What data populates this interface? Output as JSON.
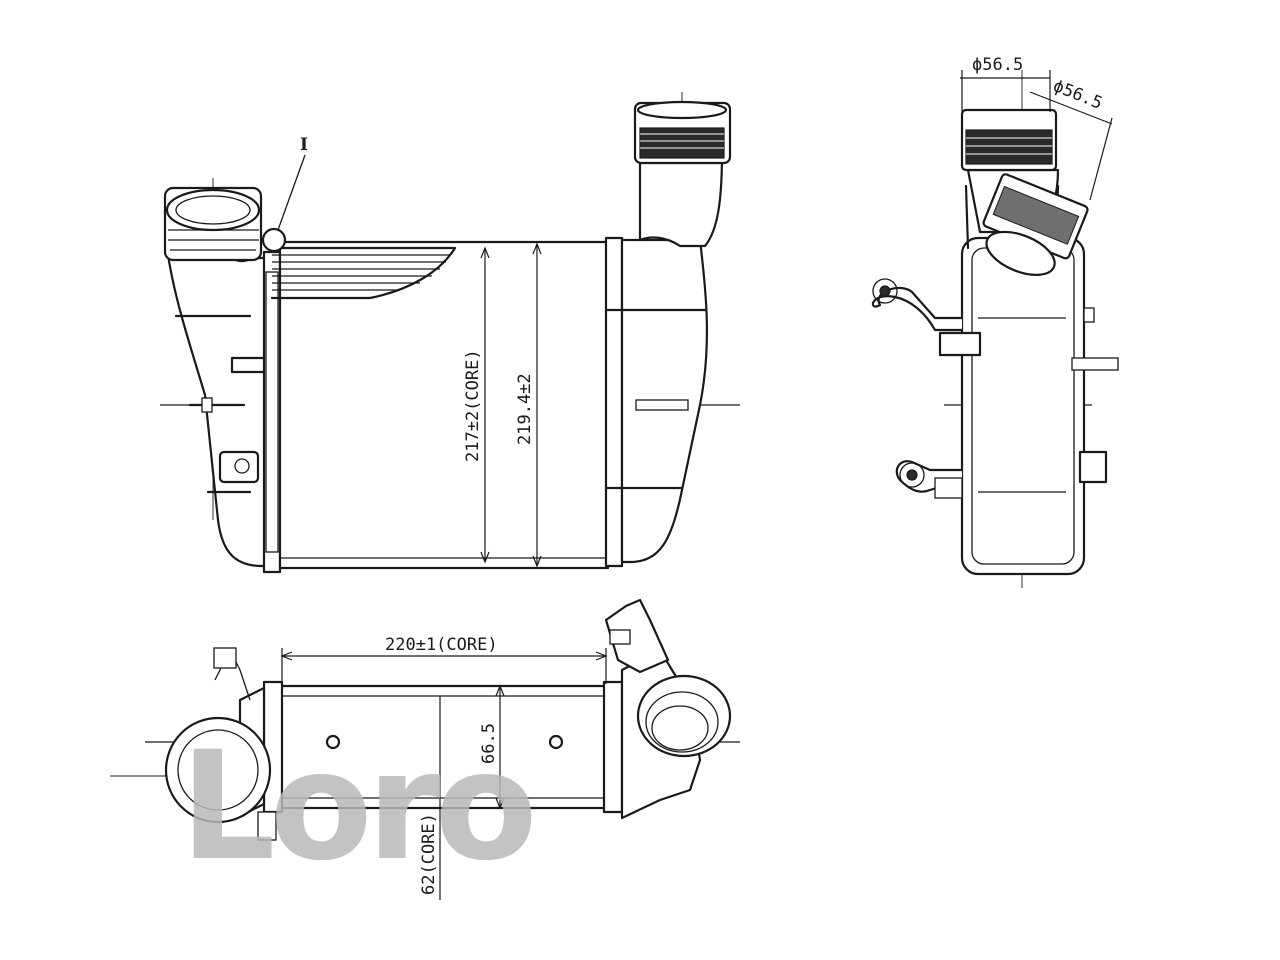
{
  "detail_mark": "I",
  "dimensions": {
    "core_height": "217±2(CORE)",
    "overall_height": "219.4±2",
    "core_width": "220±1(CORE)",
    "outer_depth": "66.5",
    "core_depth": "62(CORE)",
    "inlet_diameter": "ϕ56.5",
    "outlet_diameter": "ϕ56.5"
  },
  "watermark": "Loro"
}
